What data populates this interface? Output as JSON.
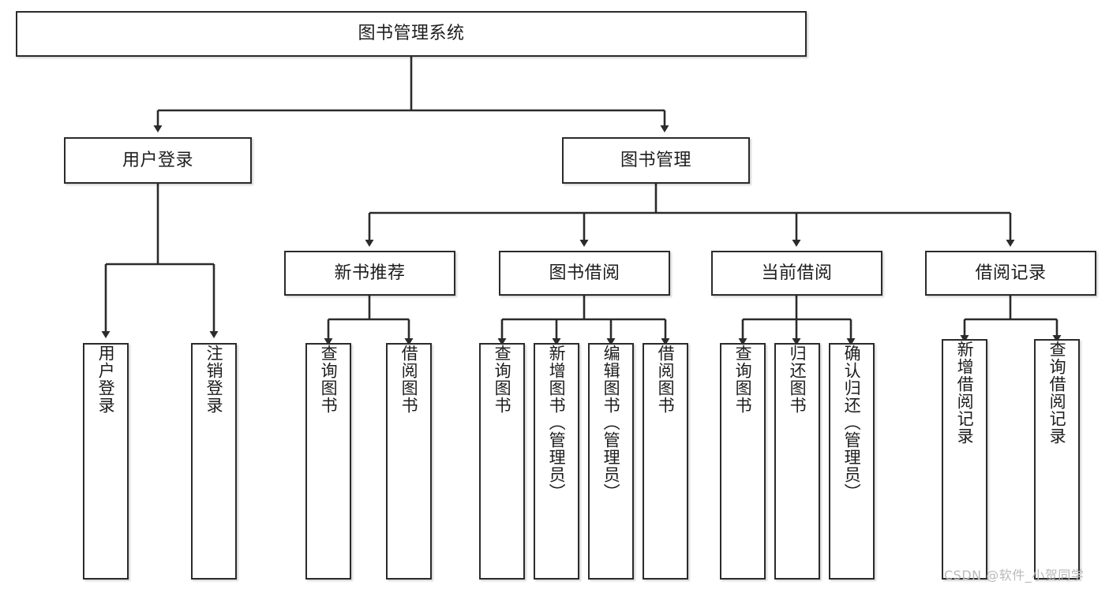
{
  "diagram": {
    "kind": "hierarchy-tree",
    "watermark": "CSDN @软件_小贺同学",
    "root": {
      "label": "图书管理系统"
    },
    "level2": [
      {
        "label": "用户登录"
      },
      {
        "label": "图书管理"
      }
    ],
    "level3": [
      {
        "label": "新书推荐"
      },
      {
        "label": "图书借阅"
      },
      {
        "label": "当前借阅"
      },
      {
        "label": "借阅记录"
      }
    ],
    "leaves": {
      "user_login": [
        {
          "label": "用户登录"
        },
        {
          "label": "注销登录"
        }
      ],
      "new_book_recommend": [
        {
          "label": "查询图书"
        },
        {
          "label": "借阅图书"
        }
      ],
      "book_borrow": [
        {
          "label": "查询图书"
        },
        {
          "label": "新增图书（管理员）"
        },
        {
          "label": "编辑图书（管理员）"
        },
        {
          "label": "借阅图书"
        }
      ],
      "current_borrow": [
        {
          "label": "查询图书"
        },
        {
          "label": "归还图书"
        },
        {
          "label": "确认归还（管理员）"
        }
      ],
      "borrow_record": [
        {
          "label": "新增借阅记录"
        },
        {
          "label": "查询借阅记录"
        }
      ]
    },
    "colors": {
      "stroke": "#2b2b2b",
      "fill": "#ffffff",
      "text": "#1d1d1d",
      "watermark": "#b9b9b9"
    }
  }
}
